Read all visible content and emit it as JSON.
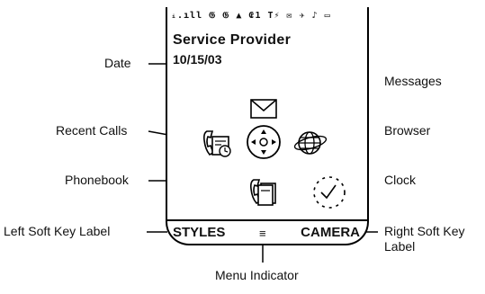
{
  "status_bar": {
    "indicators": "ᵢ.ıll 𝔊 𝔊 ▲ ₢1  T⚡ ✉ ✈ ♪ ▭"
  },
  "screen": {
    "provider": "Service Provider",
    "date": "10/15/03",
    "left_soft_key": "STYLES",
    "right_soft_key": "CAMERA",
    "menu_indicator": "≡"
  },
  "callouts": {
    "date": "Date",
    "messages": "Messages",
    "recent_calls": "Recent Calls",
    "browser": "Browser",
    "phonebook": "Phonebook",
    "clock": "Clock",
    "left_soft_key_label": "Left Soft Key Label",
    "right_soft_key_label_line1": "Right Soft Key",
    "right_soft_key_label_line2": "Label",
    "menu_indicator": "Menu Indicator"
  },
  "icons": {
    "messages": "envelope-icon",
    "recent_calls": "recent-calls-icon",
    "navigation": "nav-key-icon",
    "browser": "browser-globe-icon",
    "phonebook": "phonebook-icon",
    "clock": "clock-icon"
  }
}
